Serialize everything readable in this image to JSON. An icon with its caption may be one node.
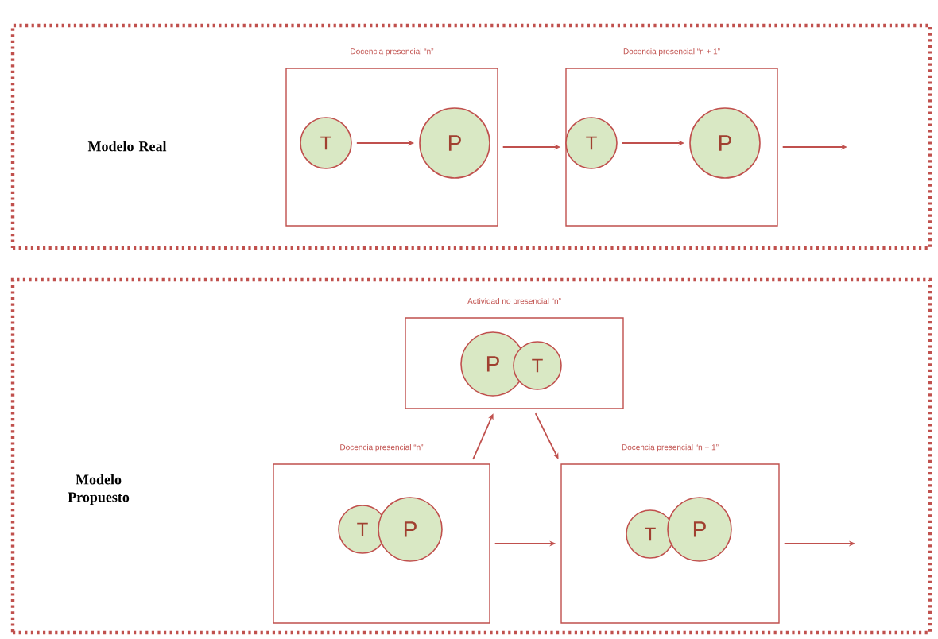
{
  "diagram": {
    "nodes": [
      {
        "text": [
          "Modelo Real"
        ]
      },
      {
        "text": [
          "Docencia presencial “n”"
        ],
        "in": 0
      },
      {
        "text": [
          "T"
        ],
        "in": 1
      },
      {
        "text": [
          "P"
        ],
        "in": 1
      },
      {
        "text": [
          "Docencia presencial “n + 1”"
        ],
        "in": 0
      },
      {
        "text": [
          "T"
        ],
        "in": 4
      },
      {
        "text": [
          "P"
        ],
        "in": 4
      },
      {
        "text": [
          "Modelo Propuesto"
        ]
      },
      {
        "text": [
          "Actividad no presencial “n”"
        ],
        "in": 7
      },
      {
        "text": [
          "P"
        ],
        "in": 8
      },
      {
        "text": [
          "T"
        ],
        "in": 8
      },
      {
        "text": [
          "Docencia presencial “n”"
        ],
        "in": 7
      },
      {
        "text": [
          "T"
        ],
        "in": 11
      },
      {
        "text": [
          "P"
        ],
        "in": 11
      },
      {
        "text": [
          "Docencia presencial “n + 1”"
        ],
        "in": 7
      },
      {
        "text": [
          "T"
        ],
        "in": 14
      },
      {
        "text": [
          "P"
        ],
        "in": 14
      }
    ],
    "edges": [
      {
        "from": 2,
        "to": 3,
        "arrow": "to"
      },
      {
        "from": 1,
        "to": 4,
        "arrow": "to"
      },
      {
        "from": 5,
        "to": 6,
        "arrow": "to"
      },
      {
        "from": 4,
        "to": null,
        "arrow": "to"
      },
      {
        "from": 11,
        "to": 8,
        "arrow": "to"
      },
      {
        "from": 8,
        "to": 14,
        "arrow": "to"
      },
      {
        "from": 11,
        "to": 14,
        "arrow": "to"
      },
      {
        "from": 14,
        "to": null,
        "arrow": "to"
      }
    ]
  }
}
